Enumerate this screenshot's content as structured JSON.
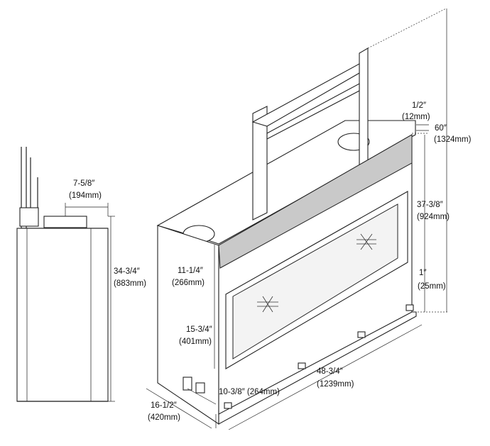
{
  "side_view": {
    "depth_dim": {
      "imperial": "7-5/8″",
      "metric": "(194mm)"
    },
    "height_dim": {
      "imperial": "34-3/4″",
      "metric": "(883mm)"
    }
  },
  "front_view": {
    "top_thickness": {
      "imperial": "1/2″",
      "metric": "(12mm)"
    },
    "overall_height": {
      "imperial": "60″",
      "metric": "(1324mm)"
    },
    "opening_height": {
      "imperial": "37-3/8″",
      "metric": "(924mm)"
    },
    "base_gap": {
      "imperial": "1″",
      "metric": "(25mm)"
    },
    "upper_offset": {
      "imperial": "11-1/4″",
      "metric": "(266mm)"
    },
    "glass_height": {
      "imperial": "15-3/4″",
      "metric": "(401mm)"
    },
    "inner_depth": {
      "label": "10-3/8″ (264mm)"
    },
    "width": {
      "imperial": "48-3/4″",
      "metric": "(1239mm)"
    },
    "overall_depth": {
      "imperial": "16-1/2″",
      "metric": "(420mm)"
    }
  }
}
